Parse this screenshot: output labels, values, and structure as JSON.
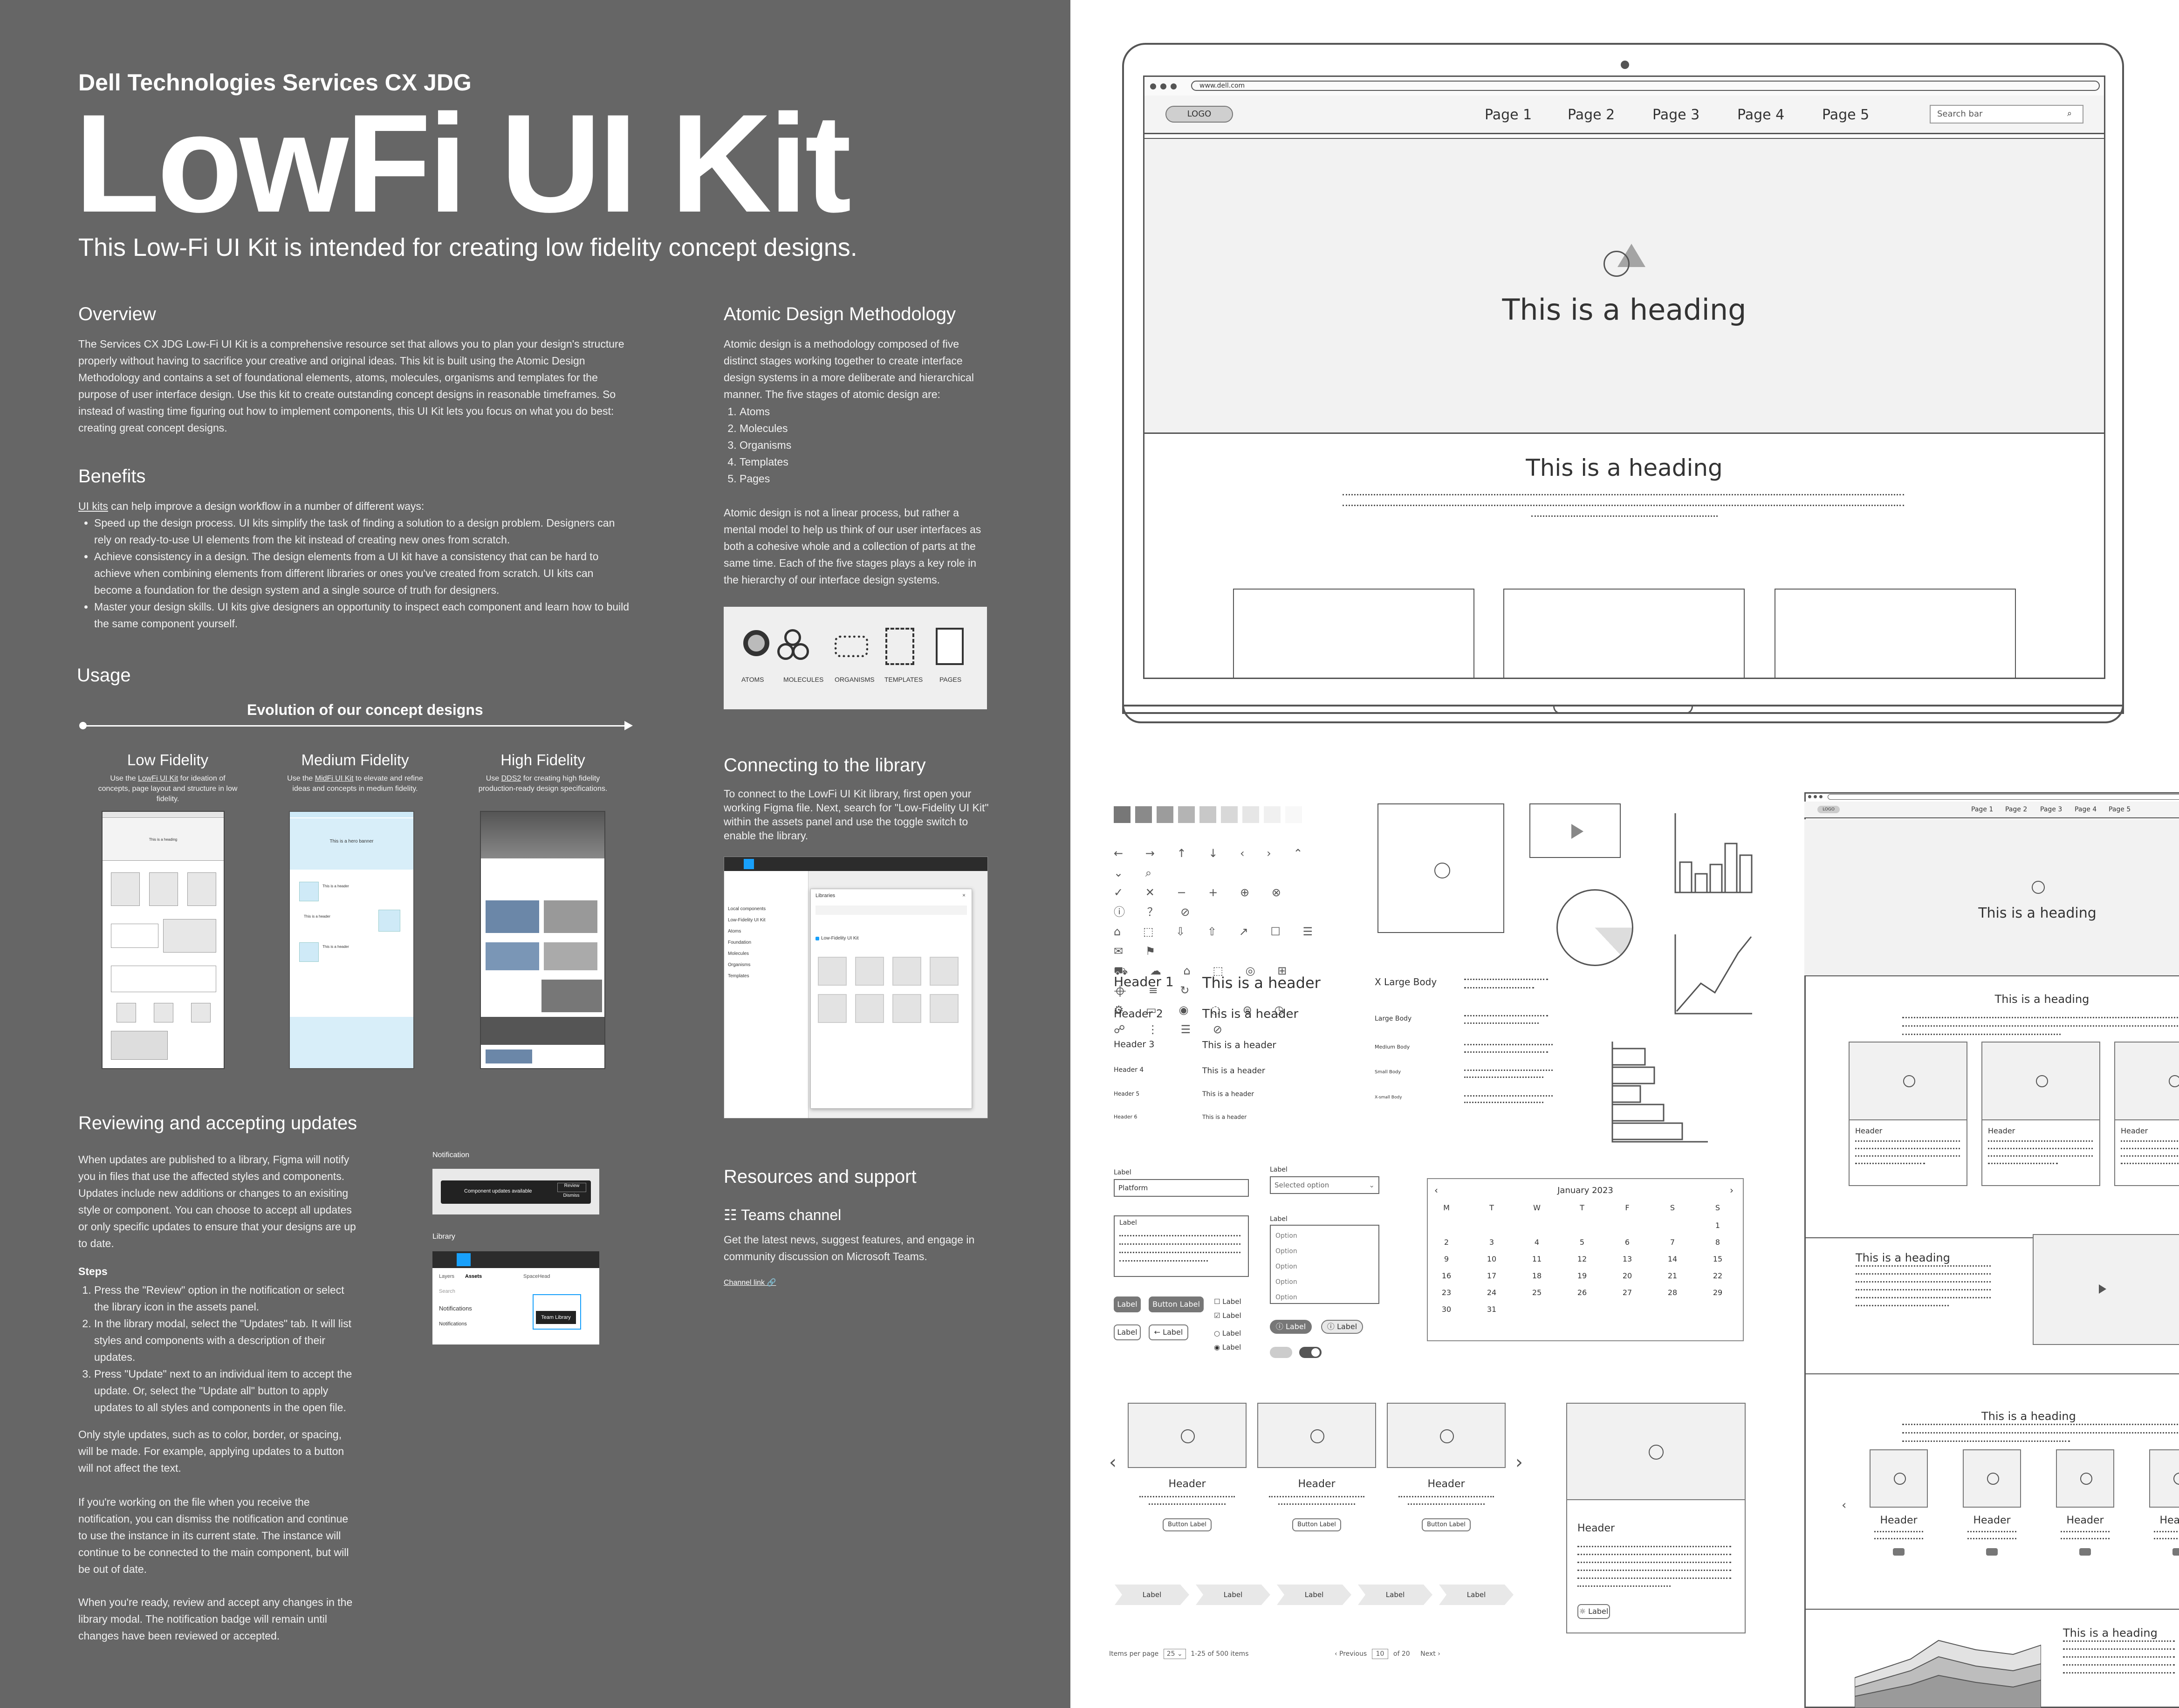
{
  "doc": {
    "subtitle": "Dell Technologies Services CX JDG",
    "title": "LowFi UI Kit",
    "tagline": "This Low-Fi UI Kit is intended for creating low fidelity concept designs.",
    "overview": {
      "heading": "Overview",
      "text": "The Services CX JDG Low-Fi UI Kit is a comprehensive resource set that allows you to plan your design's structure properly without having to sacrifice your creative and original ideas. This kit is built using the Atomic Design Methodology and contains a set of foundational elements, atoms, molecules, organisms and templates for the purpose of user interface design. Use this kit to create outstanding concept designs in reasonable timeframes. So instead of wasting time figuring out how to implement components, this UI Kit lets you focus on what you do best: creating great concept designs."
    },
    "benefits": {
      "heading": "Benefits",
      "intro_link": "UI kits",
      "intro_rest": " can help improve a design workflow in a number of different ways:",
      "items": [
        "Speed up the design process. UI kits simplify the task of finding a solution to a design problem. Designers can rely on ready-to-use UI elements from the kit instead of creating new ones from scratch.",
        "Achieve consistency in a design. The design elements from a UI kit have a consistency that can be hard to achieve when combining elements from different libraries or ones you've created from scratch. UI kits can become a foundation for the design system and a single source of truth for designers.",
        "Master your design skills. UI kits give designers an opportunity to inspect each component and learn how to build the same component yourself."
      ]
    },
    "usage": {
      "heading": "Usage",
      "evolution": "Evolution of our concept designs",
      "columns": [
        {
          "title": "Low Fidelity",
          "pre": "Use the ",
          "link": "LowFi UI Kit",
          "post": " for ideation of concepts, page layout and structure in low fidelity."
        },
        {
          "title": "Medium Fidelity",
          "pre": "Use the ",
          "link": "MidFi UI Kit",
          "post": " to elevate and refine ideas and concepts in medium fidelity."
        },
        {
          "title": "High Fidelity",
          "pre": "Use ",
          "link": "DDS2",
          "post": " for creating high fidelity production-ready design specifications."
        }
      ],
      "low_heading": "This is a heading",
      "mid_banner": "This is a hero banner",
      "mid_items": [
        "This is a header",
        "This is a header",
        "This is a header"
      ]
    },
    "atomic": {
      "heading": "Atomic Design Methodology",
      "intro": "Atomic design is a methodology composed of five distinct stages working together to create interface design systems in a more deliberate and hierarchical manner. The five stages of atomic design are:",
      "stages": [
        "Atoms",
        "Molecules",
        "Organisms",
        "Templates",
        "Pages"
      ],
      "text2": "Atomic design is not a linear process, but rather a mental model to help us think of our user interfaces as both a cohesive whole and a collection of parts at the same time. Each of the five stages plays a key role in the hierarchy of our interface design systems.",
      "diagram_labels": [
        "ATOMS",
        "MOLECULES",
        "ORGANISMS",
        "TEMPLATES",
        "PAGES"
      ]
    },
    "connecting": {
      "heading": "Connecting to the library",
      "text": "To connect to the LowFi UI Kit library, first open your working Figma file. Next, search for \"Low-Fidelity UI Kit\" within the assets panel and use the toggle switch to enable the library.",
      "panel_title": "Libraries",
      "panel_item": "Low-Fidelity UI Kit",
      "panel_side": [
        "Local components",
        "Low-Fidelity UI Kit",
        "Atoms",
        "Foundation",
        "Molecules",
        "Organisms",
        "Templates"
      ]
    },
    "reviewing": {
      "heading": "Reviewing and accepting updates",
      "text1": "When updates are published to a library, Figma will notify you in files that use the affected styles and components. Updates include new additions or changes to an exisiting style or component. You can choose to accept all updates or only specific updates to ensure that your designs are up to date.",
      "steps_heading": "Steps",
      "steps": [
        "Press the \"Review\" option in the notification or select the library icon in the assets panel.",
        "In the library modal, select the \"Updates\" tab. It will list styles and components with a description of their updates.",
        "Press \"Update\" next to an individual item to accept the update. Or, select the \"Update all\" button to apply updates to all styles and components in the open file."
      ],
      "text2": "Only style updates, such as to color, border, or spacing, will be made. For example, applying updates to a button will not affect the text.",
      "text3": "If you're working on the file when you receive the notification, you can dismiss the notification and continue to use the instance in its current state. The instance will continue to be connected to the main component, but will be out of date.",
      "text4": "When you're ready, review and accept any changes in the library modal. The notification badge will remain until changes have been reviewed or accepted.",
      "notif_label": "Notification",
      "notif_text": "Component updates available",
      "notif_review": "Review",
      "notif_dismiss": "Dismiss",
      "library_label": "Library",
      "lib_tabs": [
        "Layers",
        "Assets",
        "SpaceHead"
      ],
      "lib_search": "Search",
      "lib_rows": [
        "Notifications",
        "Notifications"
      ],
      "team_library": "Team Library"
    },
    "resources": {
      "heading": "Resources and support",
      "teams": "Teams channel",
      "text": "Get the latest news, suggest features, and engage in community discussion on Microsoft Teams.",
      "link": "Channel link"
    }
  },
  "laptop": {
    "url": "www.dell.com",
    "logo": "LOGO",
    "nav": [
      "Page 1",
      "Page 2",
      "Page 3",
      "Page 4",
      "Page 5"
    ],
    "search": "Search bar",
    "hero_heading": "This is a heading",
    "section_heading": "This is a heading"
  },
  "components": {
    "swatches": [
      "#777777",
      "#8a8a8a",
      "#9c9c9c",
      "#b4b4b4",
      "#c8c8c8",
      "#d8d8d8",
      "#e6e6e6",
      "#f0f0f0",
      "#f8f8f8"
    ],
    "headers": [
      "Header 1",
      "Header 2",
      "Header 3",
      "Header 4",
      "Header 5",
      "Header 6"
    ],
    "header_samples": [
      "This is a header",
      "This is a header",
      "This is a header",
      "This is a header",
      "This is a header",
      "This is a header"
    ],
    "body_styles": [
      "X Large Body",
      "Large Body",
      "Medium Body",
      "Small Body",
      "X-small Body"
    ],
    "input_label": "Label",
    "input_value": "Platform",
    "select_label": "Label",
    "select_value": "Selected option",
    "textarea_label": "Label",
    "list_label": "Label",
    "options": [
      "Option",
      "Option",
      "Option",
      "Option",
      "Option"
    ],
    "button_label": "Label",
    "button_label2": "Button Label",
    "calendar": {
      "month": "January 2023",
      "days": [
        "M",
        "T",
        "W",
        "T",
        "F",
        "S",
        "S"
      ],
      "dates": [
        "",
        "",
        "",
        "",
        "",
        "",
        "1",
        "2",
        "3",
        "4",
        "5",
        "6",
        "7",
        "8",
        "9",
        "10",
        "11",
        "12",
        "13",
        "14",
        "15",
        "16",
        "17",
        "18",
        "19",
        "20",
        "21",
        "22",
        "23",
        "24",
        "25",
        "26",
        "27",
        "28",
        "29",
        "30",
        "31",
        "",
        "",
        "",
        "",
        ""
      ]
    },
    "cards": [
      {
        "header": "Header",
        "button": "Button Label"
      },
      {
        "header": "Header",
        "button": "Button Label"
      },
      {
        "header": "Header",
        "button": "Button Label"
      }
    ],
    "big_card": {
      "header": "Header",
      "button": "Label"
    },
    "steps": [
      "Label",
      "Label",
      "Label",
      "Label",
      "Label"
    ],
    "pagination": {
      "items_per_page": "Items per page",
      "per_page_value": "25",
      "range": "1-25 of 500 items",
      "previous": "Previous",
      "page": "10",
      "of": "of 20",
      "next": "Next"
    }
  },
  "page_template": {
    "logo": "LOGO",
    "nav": [
      "Page 1",
      "Page 2",
      "Page 3",
      "Page 4",
      "Page 5"
    ],
    "hero_heading": "This is a heading",
    "section1_heading": "This is a heading",
    "card_header": "Header",
    "section2_heading": "This is a heading",
    "section3_heading": "This is a heading",
    "section4_heading": "This is a heading",
    "small_card_header": "Header"
  }
}
